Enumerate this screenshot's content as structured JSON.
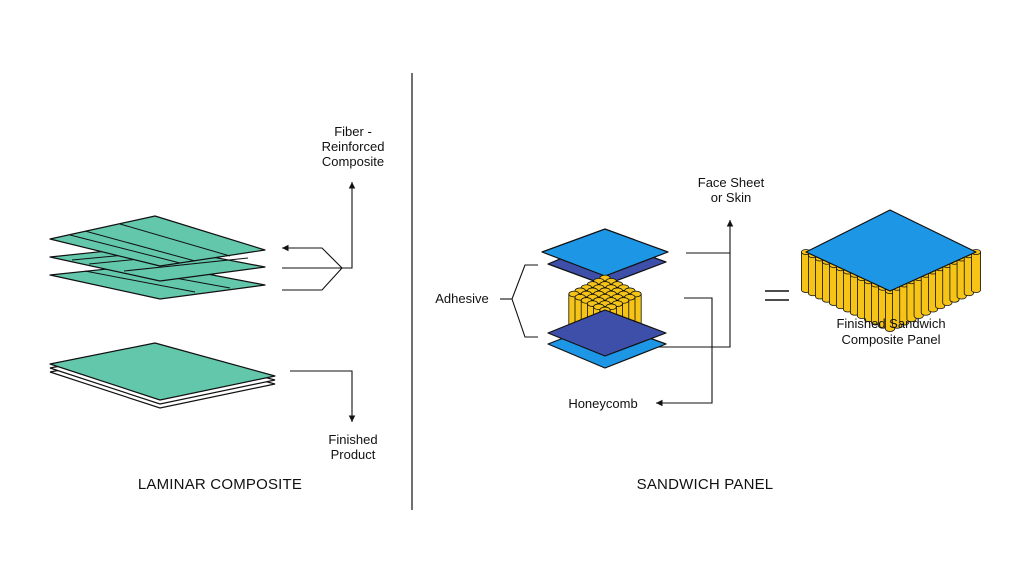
{
  "laminar": {
    "section_title": "LAMINAR COMPOSITE",
    "fiber_label": [
      "Fiber -",
      "Reinforced",
      "Composite"
    ],
    "finished_label": [
      "Finished",
      "Product"
    ]
  },
  "sandwich": {
    "section_title": "SANDWICH PANEL",
    "face_sheet_label": [
      "Face Sheet",
      "or Skin"
    ],
    "adhesive_label": "Adhesive",
    "honeycomb_label": "Honeycomb",
    "equals_symbol": "=",
    "finished_label": [
      "Finished Sandwich",
      "Composite Panel"
    ]
  },
  "colors": {
    "ply_teal": "#63c7ac",
    "face_blue": "#1e96e6",
    "adhesive_indigo": "#3d4fa8",
    "honeycomb_yellow": "#f6c416",
    "outline": "#111111"
  }
}
